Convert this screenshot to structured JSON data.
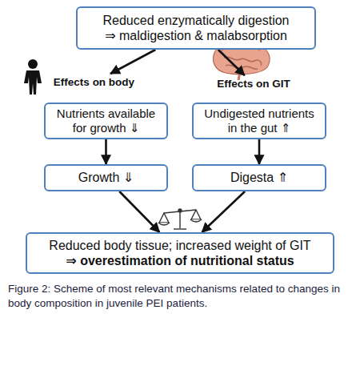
{
  "diagram": {
    "caption": "Figure 2: Scheme of most relevant mechanisms related to changes in body composition in juvenile PEI patients.",
    "nodes": [
      {
        "text": [
          "Reduced enzymatically digestion",
          "⇒ maldigestion & malabsorption"
        ]
      },
      {
        "text": [
          "Effects on body"
        ]
      },
      {
        "text": [
          "Effects on GIT"
        ]
      },
      {
        "text": [
          "Nutrients available for growth ⇓"
        ]
      },
      {
        "text": [
          "Undigested nutrients in the gut ⇑"
        ]
      },
      {
        "text": [
          "Growth ⇓"
        ]
      },
      {
        "text": [
          "Digesta ⇑"
        ]
      },
      {
        "text": [
          "Reduced body tissue; increased weight of GIT",
          "⇒ overestimation of nutritional status"
        ]
      }
    ],
    "edges": [
      {
        "from": 0,
        "to": 1,
        "arrow": "to"
      },
      {
        "from": 0,
        "to": 2,
        "arrow": "to"
      },
      {
        "from": 3,
        "to": 5,
        "arrow": "to"
      },
      {
        "from": 4,
        "to": 6,
        "arrow": "to"
      },
      {
        "from": 5,
        "to": 7,
        "arrow": "to"
      },
      {
        "from": 6,
        "to": 7,
        "arrow": "to"
      }
    ]
  }
}
